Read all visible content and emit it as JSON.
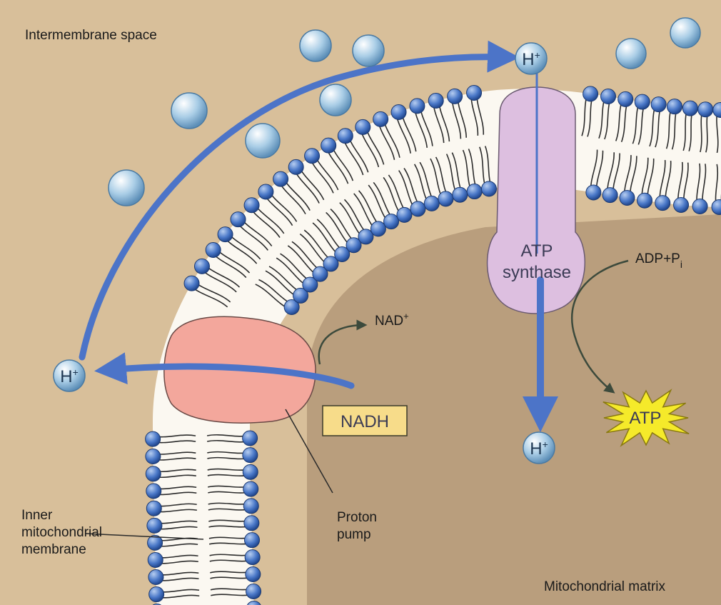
{
  "labels": {
    "intermembrane_space": "Intermembrane space",
    "mitochondrial_matrix": "Mitochondrial matrix",
    "inner_membrane_line1": "Inner",
    "inner_membrane_line2": "mitochondrial",
    "inner_membrane_line3": "membrane",
    "proton_pump_line1": "Proton",
    "proton_pump_line2": "pump",
    "atp_synthase_line1": "ATP",
    "atp_synthase_line2": "synthase",
    "nadh": "NADH",
    "nad_base": "NAD",
    "nad_sup": "+",
    "adp_base": "ADP+P",
    "adp_sub": "i",
    "atp": "ATP",
    "h_base": "H",
    "h_sup": "+"
  },
  "colors": {
    "intermembrane_bg": "#d8bf9a",
    "matrix_bg": "#b99e7d",
    "lipid_head": "#4a78c8",
    "membrane_core": "#fbf8f1",
    "proton_pump": "#f3a79c",
    "atp_synthase": "#ddbfe0",
    "arrow_blue": "#4c74c8",
    "arrow_green": "#3c4a3c",
    "atp_star": "#f5ea2a",
    "nadh_box": "#f7dc8a"
  }
}
